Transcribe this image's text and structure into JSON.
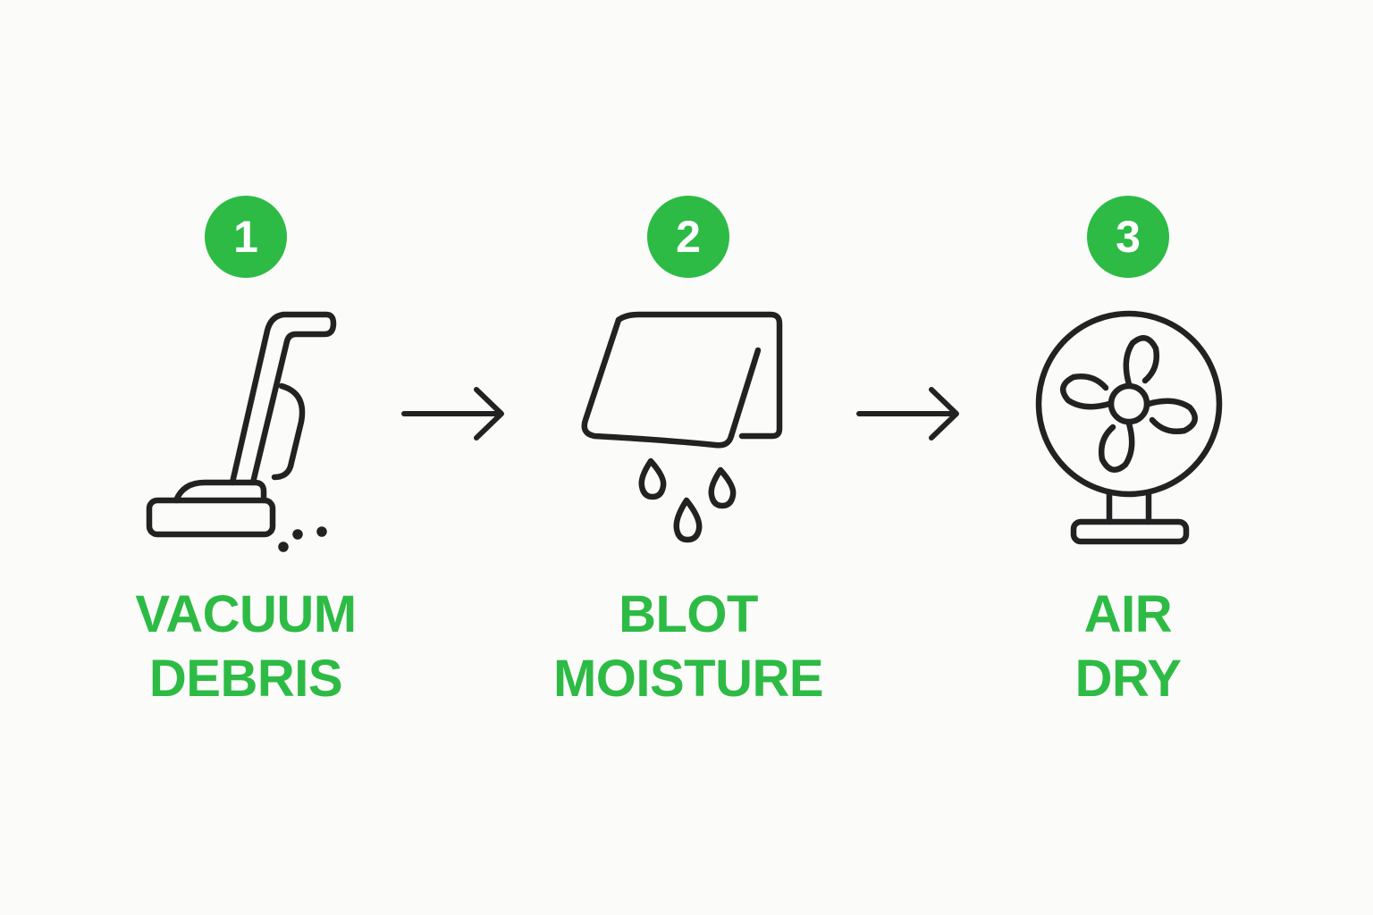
{
  "colors": {
    "background": "#fbfbf9",
    "accent": "#2dbb45",
    "stroke": "#222222"
  },
  "steps": [
    {
      "number": "1",
      "label_line1": "VACUUM",
      "label_line2": "DEBRIS",
      "icon": "vacuum-icon"
    },
    {
      "number": "2",
      "label_line1": "BLOT",
      "label_line2": "MOISTURE",
      "icon": "towel-drip-icon"
    },
    {
      "number": "3",
      "label_line1": "AIR",
      "label_line2": "DRY",
      "icon": "fan-icon"
    }
  ],
  "connectors": [
    {
      "icon": "arrow-right-icon"
    },
    {
      "icon": "arrow-right-icon"
    }
  ]
}
